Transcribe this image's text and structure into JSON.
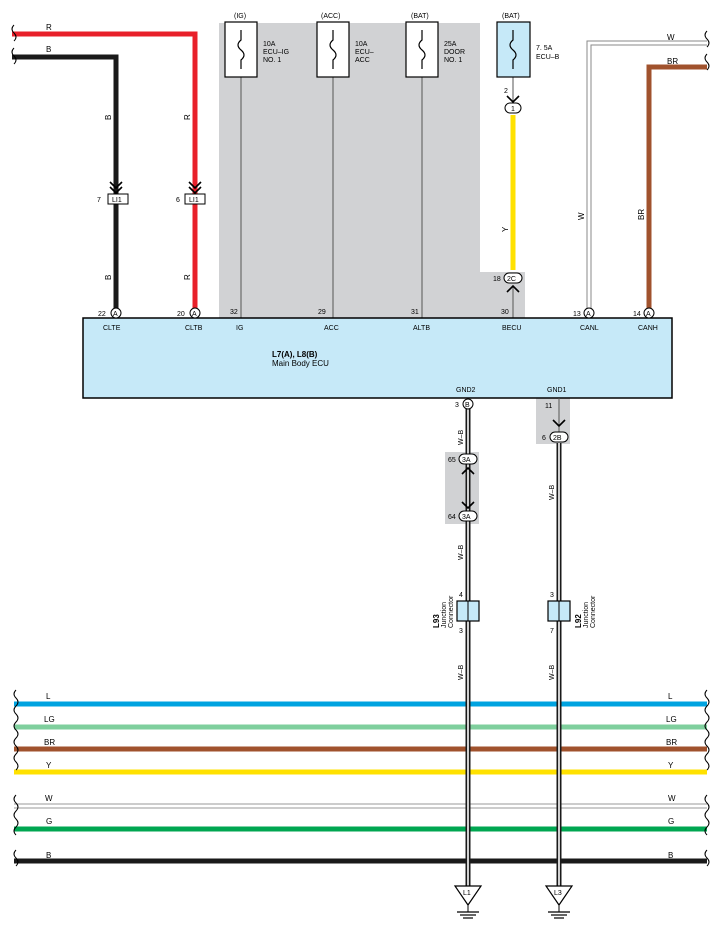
{
  "ecu": {
    "name_line1": "L7(A), L8(B)",
    "name_line2": "Main Body ECU",
    "terminals": [
      {
        "pin": "22",
        "conn": "A",
        "label": "CLTE"
      },
      {
        "pin": "20",
        "conn": "A",
        "label": "CLTB"
      },
      {
        "pin": "32",
        "conn": "",
        "label": "IG"
      },
      {
        "pin": "29",
        "conn": "",
        "label": "ACC"
      },
      {
        "pin": "31",
        "conn": "",
        "label": "ALTB"
      },
      {
        "pin": "30",
        "conn": "",
        "label": "BECU"
      },
      {
        "pin": "13",
        "conn": "A",
        "label": "CANL"
      },
      {
        "pin": "14",
        "conn": "A",
        "label": "CANH"
      }
    ],
    "gnd": [
      {
        "label": "GND2",
        "pin": "3",
        "conn": "B"
      },
      {
        "label": "GND1",
        "pin": "11",
        "conn": ""
      }
    ]
  },
  "fuses": [
    {
      "source": "(IG)",
      "rating": "10A",
      "name1": "ECU–IG",
      "name2": "NO. 1"
    },
    {
      "source": "(ACC)",
      "rating": "10A",
      "name1": "ECU–",
      "name2": "ACC"
    },
    {
      "source": "(BAT)",
      "rating": "25A",
      "name1": "DOOR",
      "name2": "NO. 1"
    },
    {
      "source": "(BAT)",
      "rating": "7. 5A",
      "name1": "ECU–B",
      "name2": ""
    }
  ],
  "top_wires": {
    "r_color": "R",
    "b_color": "B",
    "w_color": "W",
    "br_color": "BR",
    "y_color": "Y"
  },
  "connectors": {
    "li1_left": {
      "pin": "7",
      "name": "LI1"
    },
    "li1_right": {
      "pin": "6",
      "name": "LI1"
    },
    "jbecu_top": {
      "pin": "2",
      "name": "1"
    },
    "jbecu_bottom": {
      "pin": "18",
      "name": "2C"
    },
    "gnd2_a": {
      "pin": "65",
      "name": "3A"
    },
    "gnd2_b": {
      "pin": "64",
      "name": "3A"
    },
    "gnd1_a": {
      "pin": "6",
      "name": "2B"
    }
  },
  "junctions": [
    {
      "id": "L93",
      "label1": "Junction",
      "label2": "Connector",
      "pin_in": "4",
      "pin_out": "3"
    },
    {
      "id": "L92",
      "label1": "Junction",
      "label2": "Connector",
      "pin_in": "3",
      "pin_out": "7"
    }
  ],
  "gnd_wire_color": "W–B",
  "grounds": [
    {
      "name": "L1"
    },
    {
      "name": "L3"
    }
  ],
  "bus": [
    {
      "name": "L",
      "color": "#00a3e0"
    },
    {
      "name": "LG",
      "color": "#7fcf9d"
    },
    {
      "name": "BR",
      "color": "#a0522d"
    },
    {
      "name": "Y",
      "color": "#ffe100"
    },
    {
      "name": "W",
      "color": "#ffffff"
    },
    {
      "name": "G",
      "color": "#00a651"
    },
    {
      "name": "B",
      "color": "#1a1a1a"
    }
  ],
  "colors": {
    "ecu_fill": "#c6e9f8",
    "shade": "#d1d2d4",
    "red": "#e8202a",
    "yellow": "#ffe100",
    "brown": "#a0522d",
    "black": "#1a1a1a"
  }
}
